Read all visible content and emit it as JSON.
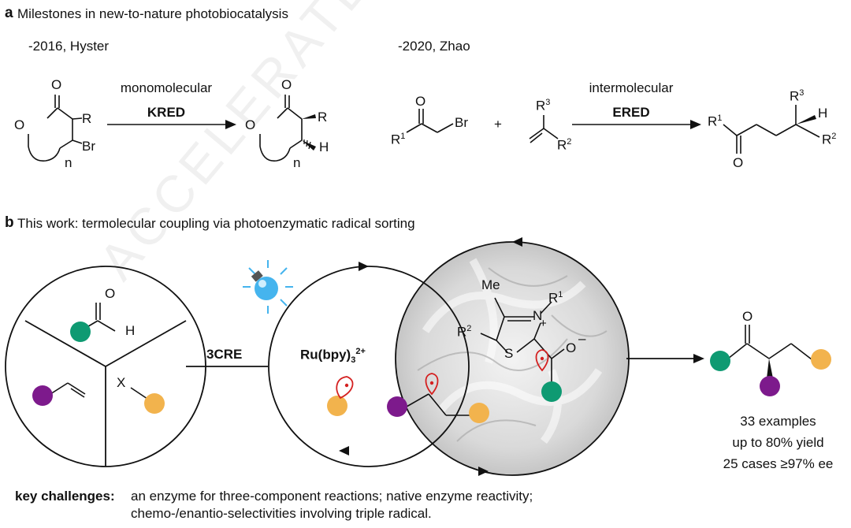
{
  "panel_a": {
    "letter": "a",
    "title": "Milestones in new-to-nature photobiocatalysis",
    "hyster": {
      "label": "-2016, Hyster",
      "arrow_top": "monomolecular",
      "arrow_bottom": "KRED",
      "sm": {
        "o_carbonyl": "O",
        "o_ring": "O",
        "r": "R",
        "br": "Br",
        "n": "n"
      },
      "pr": {
        "o_carbonyl": "O",
        "o_ring": "O",
        "r": "R",
        "h": "H",
        "n": "n"
      }
    },
    "zhao": {
      "label": "-2020, Zhao",
      "arrow_top": "intermolecular",
      "arrow_bottom": "ERED",
      "ketone": {
        "o": "O",
        "r1": "R",
        "r1_sup": "1",
        "br": "Br"
      },
      "plus": "+",
      "alkene": {
        "r3": "R",
        "r3_sup": "3",
        "r2": "R",
        "r2_sup": "2"
      },
      "product": {
        "r1": "R",
        "r1_sup": "1",
        "o": "O",
        "r3": "R",
        "r3_sup": "3",
        "h": "H",
        "r2": "R",
        "r2_sup": "2"
      }
    }
  },
  "panel_b": {
    "letter": "b",
    "title": "This work: termolecular coupling via photoenzymatic radical sorting",
    "left_circle": {
      "aldehyde_o": "O",
      "aldehyde_h": "H",
      "x": "X"
    },
    "arrow_label": "3CRE",
    "catalyst": {
      "main": "Ru(bpy)",
      "sub": "3",
      "sup": "2+"
    },
    "nhc": {
      "me": "Me",
      "n": "N",
      "r1": "R",
      "r1_sup": "1",
      "plus": "+",
      "r2": "R",
      "r2_sup": "2",
      "s": "S",
      "o": "O",
      "minus": "–"
    },
    "product": {
      "o": "O"
    },
    "results": [
      "33 examples",
      "up to 80% yield",
      "25 cases ≥97% ee"
    ],
    "challenges_label": "key challenges:",
    "challenges_line1": "an enzyme for three-component reactions; native enzyme reactivity;",
    "challenges_line2": "chemo-/enantio-selectivities involving triple radical."
  },
  "colors": {
    "green": "#0e9a72",
    "purple": "#7d1a8c",
    "orange": "#f2b34d",
    "red": "#d42020",
    "light_blue": "#45b4ee",
    "watermark": "#d8d8d8"
  },
  "icons": [
    "light-bulb-icon",
    "radical-icon",
    "catalytic-cycle-arrow-icon"
  ],
  "watermark_text": "ACCELERATED ARTICLE PREVIEW"
}
